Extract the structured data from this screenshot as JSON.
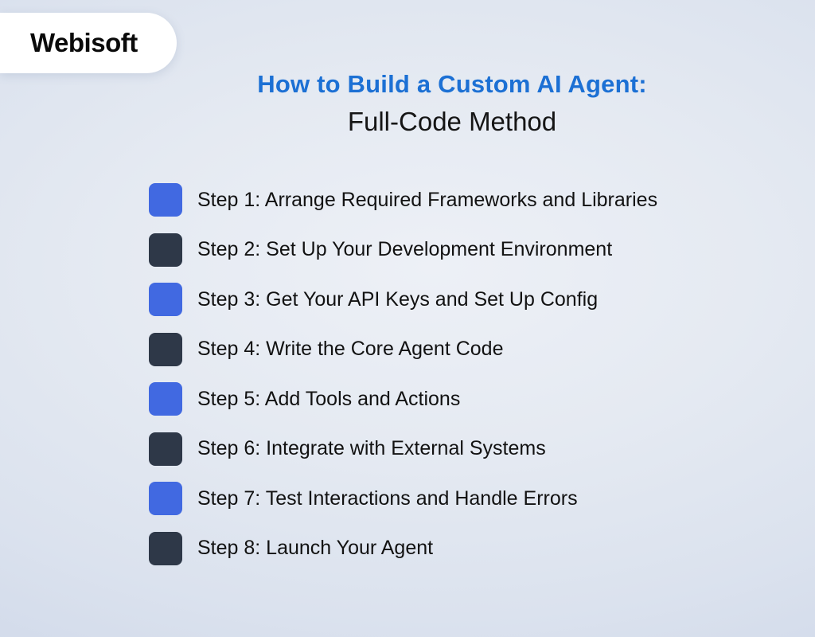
{
  "logo": {
    "brand": "Webisoft"
  },
  "header": {
    "title_line1": "How to Build a Custom AI Agent:",
    "title_line2": "Full-Code Method"
  },
  "steps": [
    {
      "label": "Step 1: Arrange Required Frameworks and Libraries",
      "square": "blue"
    },
    {
      "label": "Step 2: Set Up Your Development Environment",
      "square": "dark"
    },
    {
      "label": "Step 3: Get Your API Keys and Set Up Config",
      "square": "blue"
    },
    {
      "label": "Step 4: Write the Core Agent Code",
      "square": "dark"
    },
    {
      "label": "Step 5: Add Tools and Actions",
      "square": "blue"
    },
    {
      "label": "Step 6: Integrate with External Systems",
      "square": "dark"
    },
    {
      "label": "Step 7: Test Interactions and Handle Errors",
      "square": "blue"
    },
    {
      "label": "Step 8: Launch Your Agent",
      "square": "dark"
    }
  ],
  "colors": {
    "title_blue": "#1c70d4",
    "square_blue": "#4169e1",
    "square_dark": "#2e3848",
    "logo_background": "#ffffff"
  }
}
